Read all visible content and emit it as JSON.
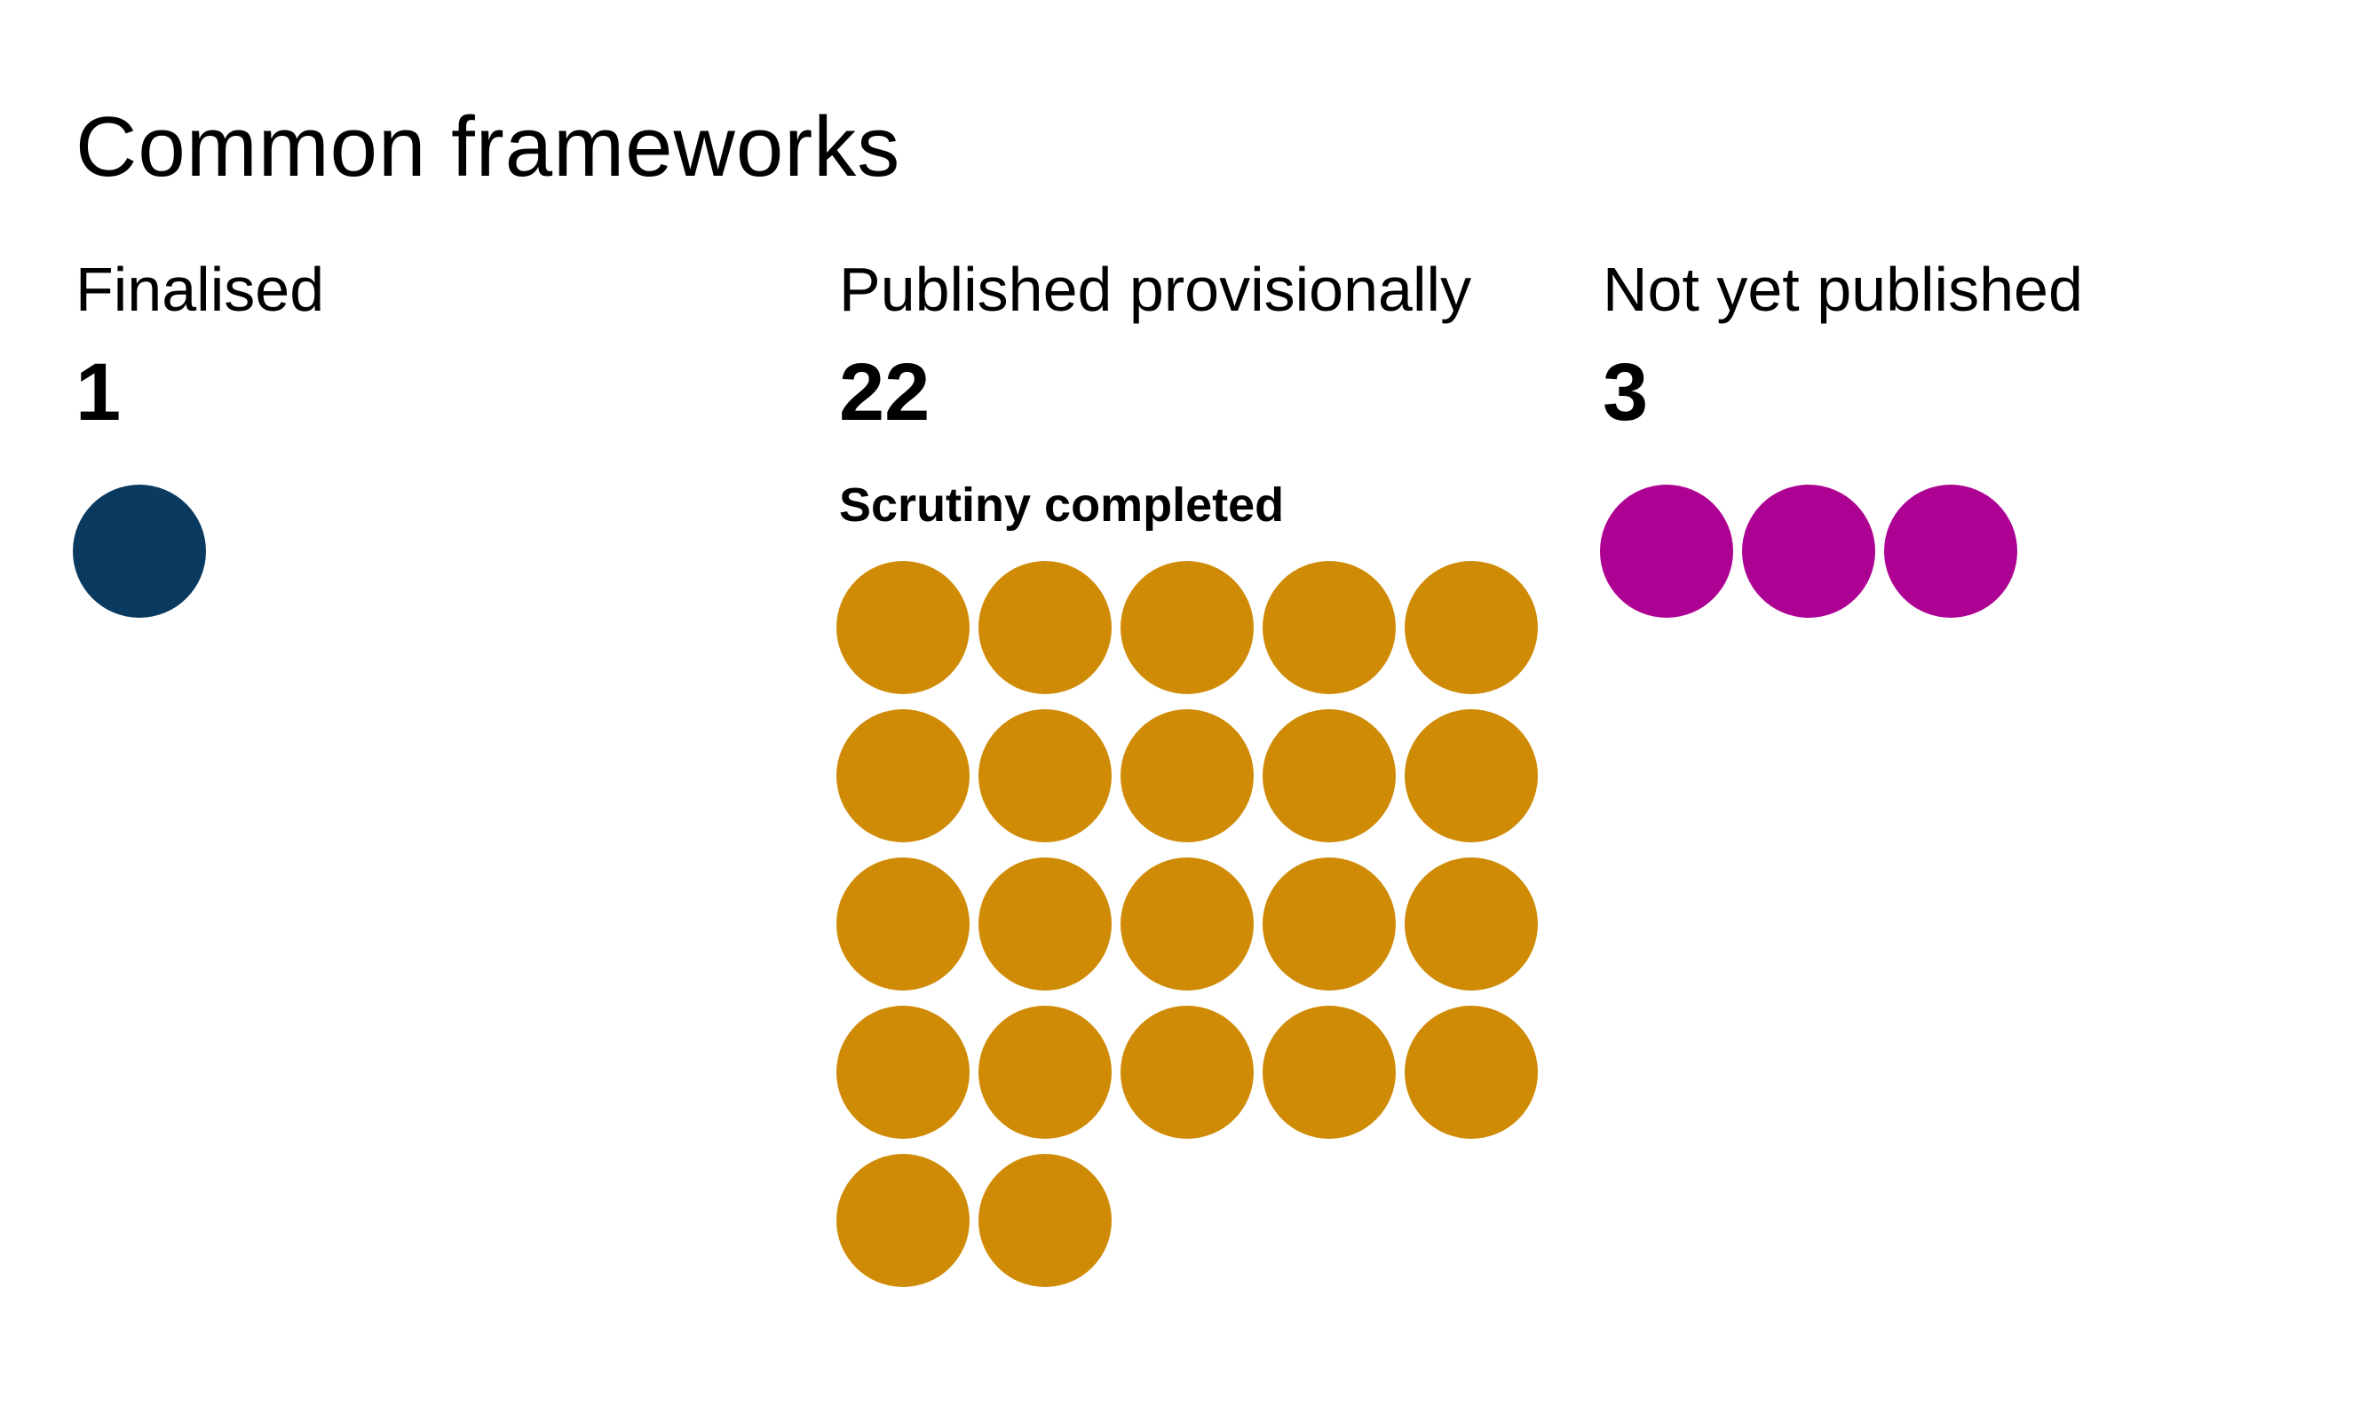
{
  "chart_data": {
    "type": "pictogram",
    "title": "Common frameworks",
    "dots_per_row_max": 5,
    "background": "#ffffff",
    "text_color": "#000000",
    "categories": [
      {
        "id": "finalised",
        "label": "Finalised",
        "value": 1,
        "color": "#0A3A60",
        "sublabel": ""
      },
      {
        "id": "published-provisionally",
        "label": "Published provisionally",
        "value": 22,
        "color": "#CF8B05",
        "sublabel": "Scrutiny completed"
      },
      {
        "id": "not-yet-published",
        "label": "Not yet published",
        "value": 3,
        "color": "#AD0193",
        "sublabel": ""
      }
    ]
  }
}
